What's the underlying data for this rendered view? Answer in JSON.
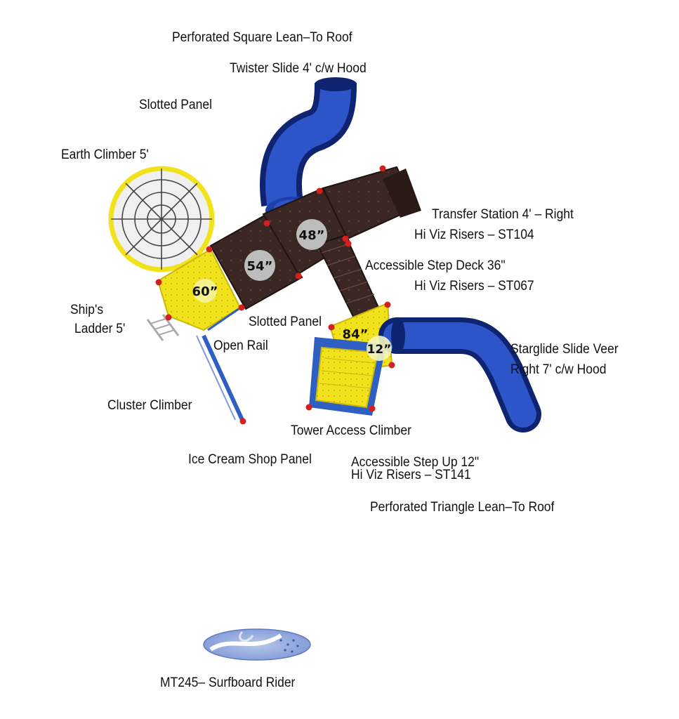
{
  "labels": {
    "perforated_square_roof": "Perforated Square Lean–To Roof",
    "twister_slide": "Twister Slide 4' c/w Hood",
    "slotted_panel_top": "Slotted Panel",
    "earth_climber": "Earth Climber 5'",
    "transfer_station": "Transfer Station 4' – Right",
    "hi_viz_st104": "Hi Viz Risers – ST104",
    "accessible_step_deck": "Accessible Step Deck 36\"",
    "hi_viz_st067": "Hi Viz Risers – ST067",
    "ships_ladder_1": "Ship's",
    "ships_ladder_2": "Ladder 5'",
    "slotted_panel_mid": "Slotted Panel",
    "open_rail": "Open Rail",
    "starglide_1": "Starglide Slide Veer",
    "starglide_2": "Right 7' c/w Hood",
    "cluster_climber": "Cluster Climber",
    "tower_access_climber": "Tower Access Climber",
    "ice_cream_panel": "Ice Cream Shop Panel",
    "accessible_step_up": "Accessible Step Up 12\"",
    "hi_viz_st141": "Hi Viz Risers – ST141",
    "perforated_triangle_roof": "Perforated Triangle Lean–To Roof",
    "surfboard_rider": "MT245– Surfboard Rider"
  },
  "deck_heights": {
    "h60": "60”",
    "h54": "54”",
    "h48": "48”",
    "h84": "84”",
    "h12": "12”"
  },
  "colors": {
    "slide_blue": "#1c3fa8",
    "slide_dark": "#0f2470",
    "deck_brown": "#3a2622",
    "panel_yellow": "#f2e21c",
    "post_red": "#d41f1f",
    "frame_blue": "#2f5fc2",
    "climber_grey": "#e4e4e4"
  }
}
